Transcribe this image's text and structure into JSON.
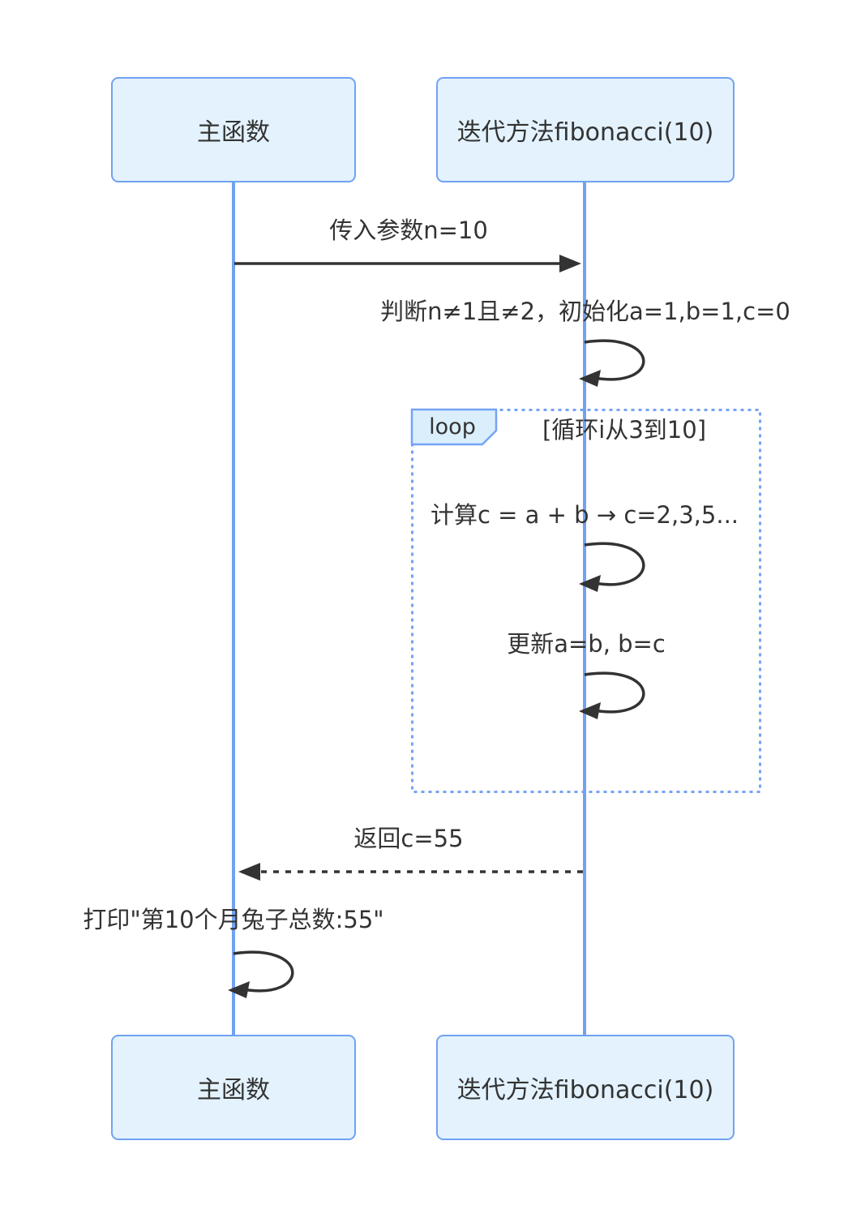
{
  "diagram": {
    "type": "sequence-diagram"
  },
  "actors": {
    "main": {
      "label": "主函数"
    },
    "fib": {
      "label": "迭代方法fibonacci(10)"
    }
  },
  "messages": {
    "call": {
      "type": "solid-arrow",
      "from": "main",
      "to": "fib",
      "label": "传入参数n=10"
    },
    "init": {
      "type": "self-loop",
      "on": "fib",
      "label": "判断n≠1且≠2，初始化a=1,b=1,c=0"
    },
    "calc": {
      "type": "self-loop",
      "on": "fib",
      "label": "计算c = a + b → c=2,3,5..."
    },
    "update": {
      "type": "self-loop",
      "on": "fib",
      "label": "更新a=b, b=c"
    },
    "ret": {
      "type": "dashed-arrow",
      "from": "fib",
      "to": "main",
      "label": "返回c=55"
    },
    "print": {
      "type": "self-loop",
      "on": "main",
      "label": "打印\"第10个月兔子总数:55\""
    }
  },
  "loop": {
    "label": "loop",
    "condition": "[循环i从3到10]"
  },
  "colors": {
    "background": "#ffffff",
    "actor_fill": "#e3f2fd",
    "actor_border": "#71a2f2",
    "lifeline": "#71a2f2",
    "loop_border": "#74a3f5",
    "loop_tag_fill": "#dbeefc",
    "text": "#333333",
    "arrow": "#333333"
  }
}
